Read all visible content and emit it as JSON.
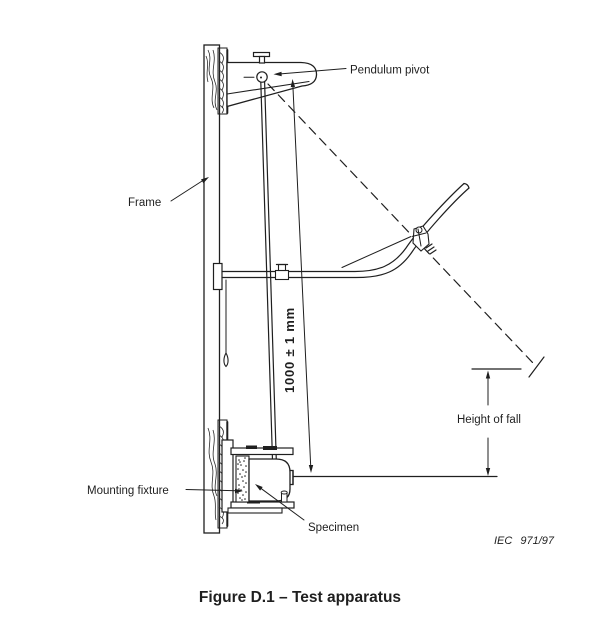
{
  "figure": {
    "caption": "Figure D.1 – Test apparatus",
    "standard_ref": "IEC 971/97"
  },
  "labels": {
    "pendulum_pivot": "Pendulum pivot",
    "frame": "Frame",
    "pendulum_length": "1000 ± 1 mm",
    "height_of_fall": "Height of fall",
    "mounting_fixture": "Mounting fixture",
    "specimen": "Specimen"
  },
  "colors": {
    "ink": "#1f1f1f",
    "background": "#ffffff"
  }
}
